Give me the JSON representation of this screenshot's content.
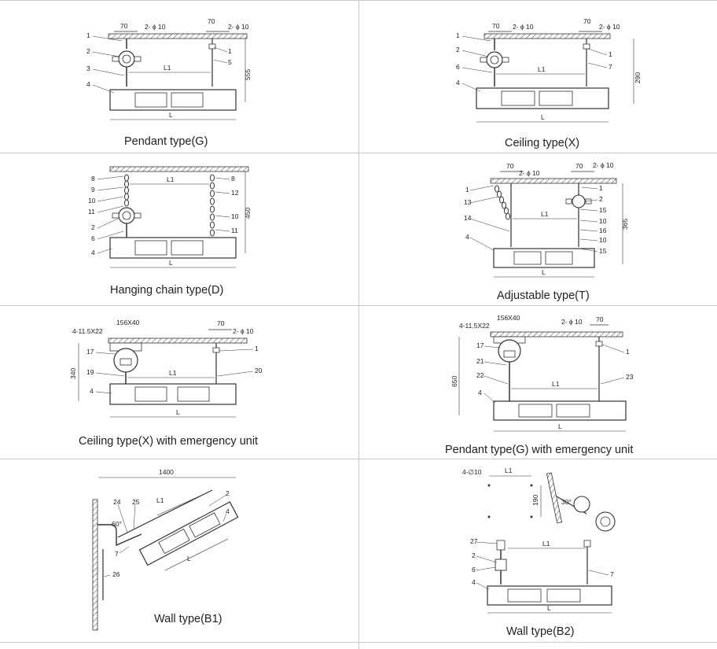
{
  "panels": [
    {
      "id": "pendant-g",
      "caption": "Pendant type(G)",
      "dims": {
        "top_left": "70",
        "hole_1": "2- ϕ 10",
        "top_right": "70",
        "hole_2": "2- ϕ 10",
        "height": "555",
        "l1": "L1",
        "l": "L"
      },
      "callouts": [
        "1",
        "2",
        "3",
        "4",
        "1",
        "5"
      ]
    },
    {
      "id": "ceiling-x",
      "caption": "Ceiling type(X)",
      "dims": {
        "top_left": "70",
        "hole_1": "2- ϕ 10",
        "top_right": "70",
        "hole_2": "2- ϕ 10",
        "height": "290",
        "l1": "L1",
        "l": "L"
      },
      "callouts": [
        "1",
        "2",
        "6",
        "4",
        "1",
        "7"
      ]
    },
    {
      "id": "hanging-chain-d",
      "caption": "Hanging chain type(D)",
      "dims": {
        "height": "450",
        "l1": "L1",
        "l": "L"
      },
      "callouts": [
        "8",
        "9",
        "10",
        "11",
        "2",
        "6",
        "4",
        "8",
        "12",
        "10",
        "11"
      ]
    },
    {
      "id": "adjustable-t",
      "caption": "Adjustable type(T)",
      "dims": {
        "top_left": "70",
        "hole_1": "2- ϕ 10",
        "top_right": "70",
        "hole_2": "2- ϕ 10",
        "height": "365",
        "l1": "L1",
        "l": "L"
      },
      "callouts": [
        "1",
        "13",
        "14",
        "4",
        "1",
        "2",
        "15",
        "10",
        "16",
        "10",
        "15"
      ]
    },
    {
      "id": "ceiling-x-emergency",
      "caption": "Ceiling type(X)  with emergency unit",
      "dims": {
        "plate": "4-11.5X22",
        "box": "156X40",
        "top_right": "70",
        "hole": "2- ϕ 10",
        "height": "340",
        "l1": "L1",
        "l": "L"
      },
      "callouts": [
        "17",
        "19",
        "4",
        "1",
        "20"
      ]
    },
    {
      "id": "pendant-g-emergency",
      "caption": "Pendant type(G) with emergency unit",
      "dims": {
        "plate": "4-11.5X22",
        "box": "156X40",
        "hole": "2- ϕ 10",
        "top_right": "70",
        "height": "650",
        "l1": "L1",
        "l": "L"
      },
      "callouts": [
        "17",
        "21",
        "22",
        "4",
        "1",
        "23"
      ]
    },
    {
      "id": "wall-b1",
      "caption": "Wall type(B1)",
      "dims": {
        "width": "1400",
        "l1": "L1",
        "l": "L",
        "angle": "60°"
      },
      "callouts": [
        "24",
        "25",
        "2",
        "4",
        "7",
        "26"
      ]
    },
    {
      "id": "wall-b2",
      "caption": "Wall type(B2)",
      "dims": {
        "holes": "4-∅10",
        "top_l1": "L1",
        "height": "190",
        "angle": "30°",
        "l1": "L1",
        "l": "L"
      },
      "callouts": [
        "27",
        "2",
        "6",
        "4",
        "7"
      ]
    }
  ]
}
